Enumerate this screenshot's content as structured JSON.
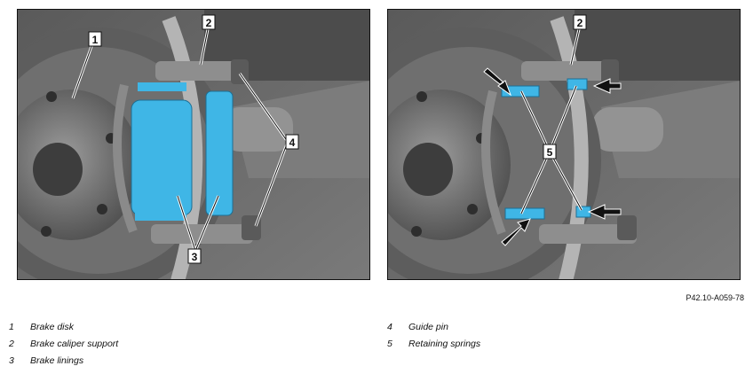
{
  "figure_ref": "P42.10-A059-78",
  "left_panel": {
    "callouts": [
      {
        "label": "1"
      },
      {
        "label": "2"
      },
      {
        "label": "3"
      },
      {
        "label": "4"
      }
    ]
  },
  "right_panel": {
    "callouts": [
      {
        "label": "2"
      },
      {
        "label": "5"
      }
    ]
  },
  "legend": [
    {
      "num": "1",
      "text": "Brake disk"
    },
    {
      "num": "2",
      "text": "Brake caliper support"
    },
    {
      "num": "3",
      "text": "Brake linings"
    },
    {
      "num": "4",
      "text": "Guide pin"
    },
    {
      "num": "5",
      "text": "Retaining springs"
    }
  ],
  "colors": {
    "highlight": "#3fb6e6",
    "background": "#6a6a6a",
    "metal": "#8e8e8e"
  }
}
